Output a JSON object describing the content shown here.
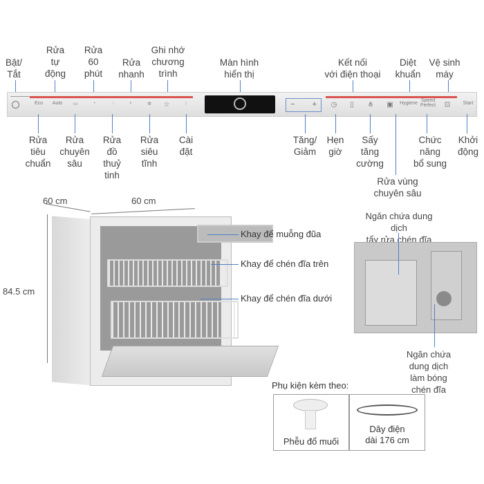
{
  "top_labels": [
    "Bật/\nTắt",
    "Rửa\ntự\nđộng",
    "Rửa\n60\nphút",
    "Rửa\nnhanh",
    "Ghi nhớ\nchương\ntrình",
    "Màn hình\nhiển thị",
    "Kết nối\nvới điện thoại",
    "Diệt\nkhuẩn",
    "Vệ sinh\nmáy"
  ],
  "bottom_labels": [
    "Rửa\ntiêu\nchuẩn",
    "Rửa\nchuyên\nsâu",
    "Rửa\nđồ\nthuỷ\ntinh",
    "Rửa\nsiêu\ntĩnh",
    "Cài\nđặt",
    "Tăng/\nGiảm",
    "Hẹn\ngiờ",
    "Sấy\ntăng\ncường",
    "Rửa vùng\nchuyên sâu",
    "Chức\nnăng\nbổ sung",
    "Khởi\nđộng"
  ],
  "panel": {
    "eco": "Eco",
    "auto": "Auto",
    "hygiene": "Hygiene",
    "speed": "Speed Perfect",
    "start": "Start",
    "minus": "−",
    "plus": "+"
  },
  "dimensions": {
    "width": "60 cm",
    "depth": "60 cm",
    "height": "84.5 cm"
  },
  "parts": [
    "Khay để muỗng đũa",
    "Khay để chén đĩa trên",
    "Khay để chén đĩa dưới"
  ],
  "detergent": {
    "top": "Ngăn chứa dung dịch\ntẩy rửa chén đĩa",
    "bottom": "Ngăn chứa dung dịch\nlàm bóng chén đĩa"
  },
  "accessories": {
    "title": "Phụ kiện kèm theo:",
    "items": [
      "Phễu đổ muối",
      "Dây điện\ndài 176 cm"
    ]
  }
}
